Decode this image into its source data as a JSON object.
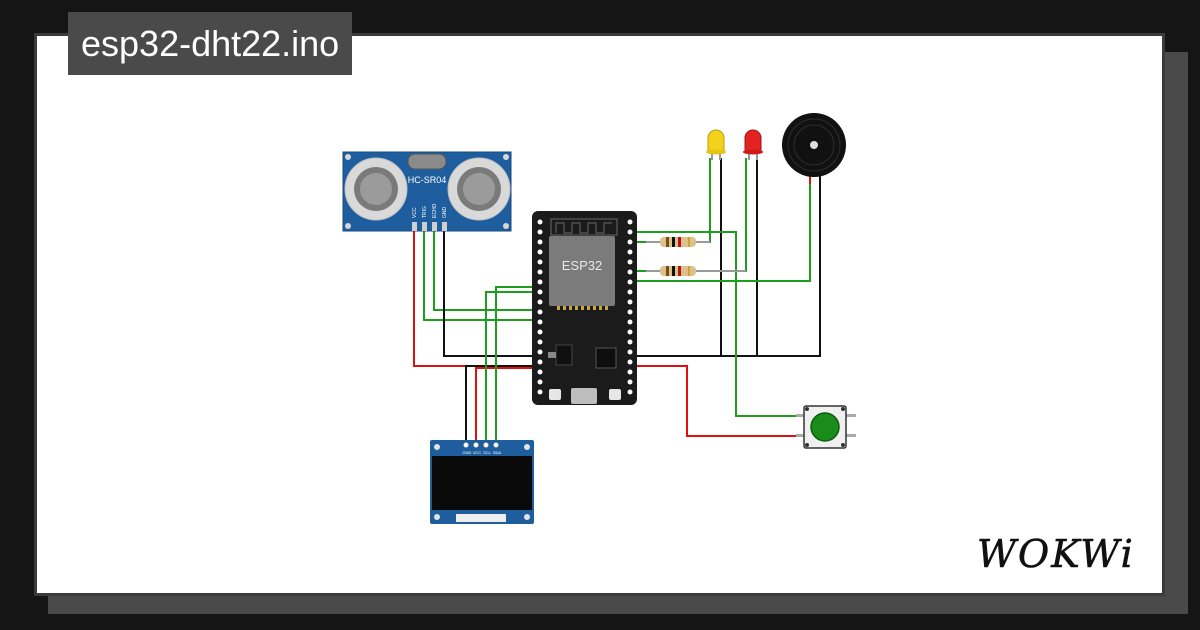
{
  "header": {
    "title": "esp32-dht22.ino"
  },
  "components": {
    "ultrasonic": {
      "label": "HC-SR04",
      "pins": [
        "VCC",
        "TRIG",
        "ECHO",
        "GND"
      ]
    },
    "mcu": {
      "label": "ESP32"
    },
    "oled": {
      "pins": [
        "GND",
        "VCC",
        "SCL",
        "SDA"
      ]
    },
    "led_yellow": {
      "color": "#f2d21a"
    },
    "led_red": {
      "color": "#e32222"
    },
    "button": {
      "color": "#1a8c1a"
    }
  },
  "wire_colors": {
    "signal": "#1d9e1d",
    "power": "#e01010",
    "ground": "#111111"
  },
  "brand": {
    "logo_text": "WOKWi"
  }
}
